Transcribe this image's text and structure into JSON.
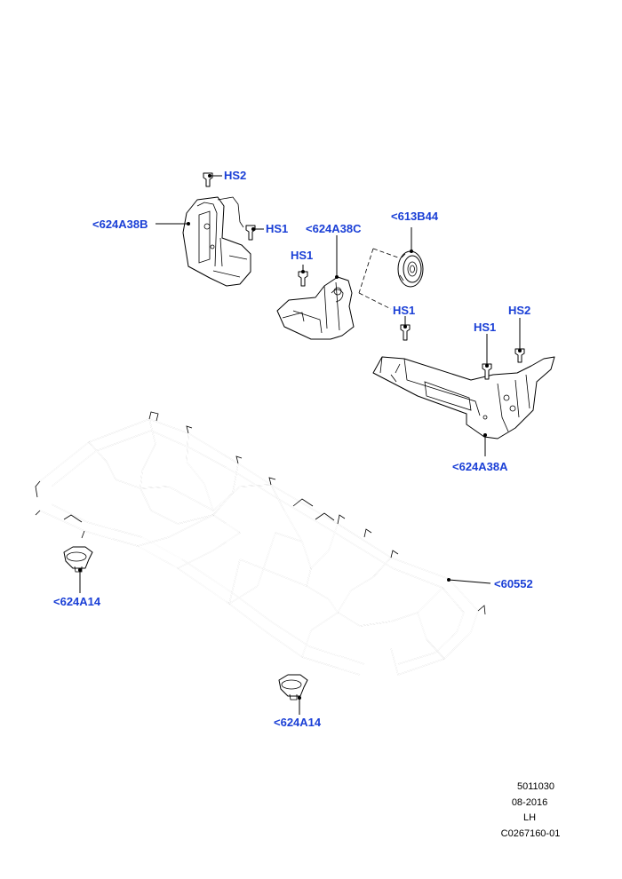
{
  "callouts": {
    "hs2_top": "HS2",
    "b624a38b": "<624A38B",
    "hs1_top": "HS1",
    "b624a38c": "<624A38C",
    "b613b44": "<613B44",
    "hs1_mid": "HS1",
    "hs1_center": "HS1",
    "hs1_right": "HS1",
    "hs2_right": "HS2",
    "b624a38a": "<624A38A",
    "b60552": "<60552",
    "b624a14_left": "<624A14",
    "b624a14_bottom": "<624A14"
  },
  "footer": {
    "code": "5011030",
    "date": "08-2016",
    "side": "LH",
    "illustration": "C0267160-01"
  },
  "colors": {
    "callout": "#1a3fd6",
    "line": "#000000"
  }
}
